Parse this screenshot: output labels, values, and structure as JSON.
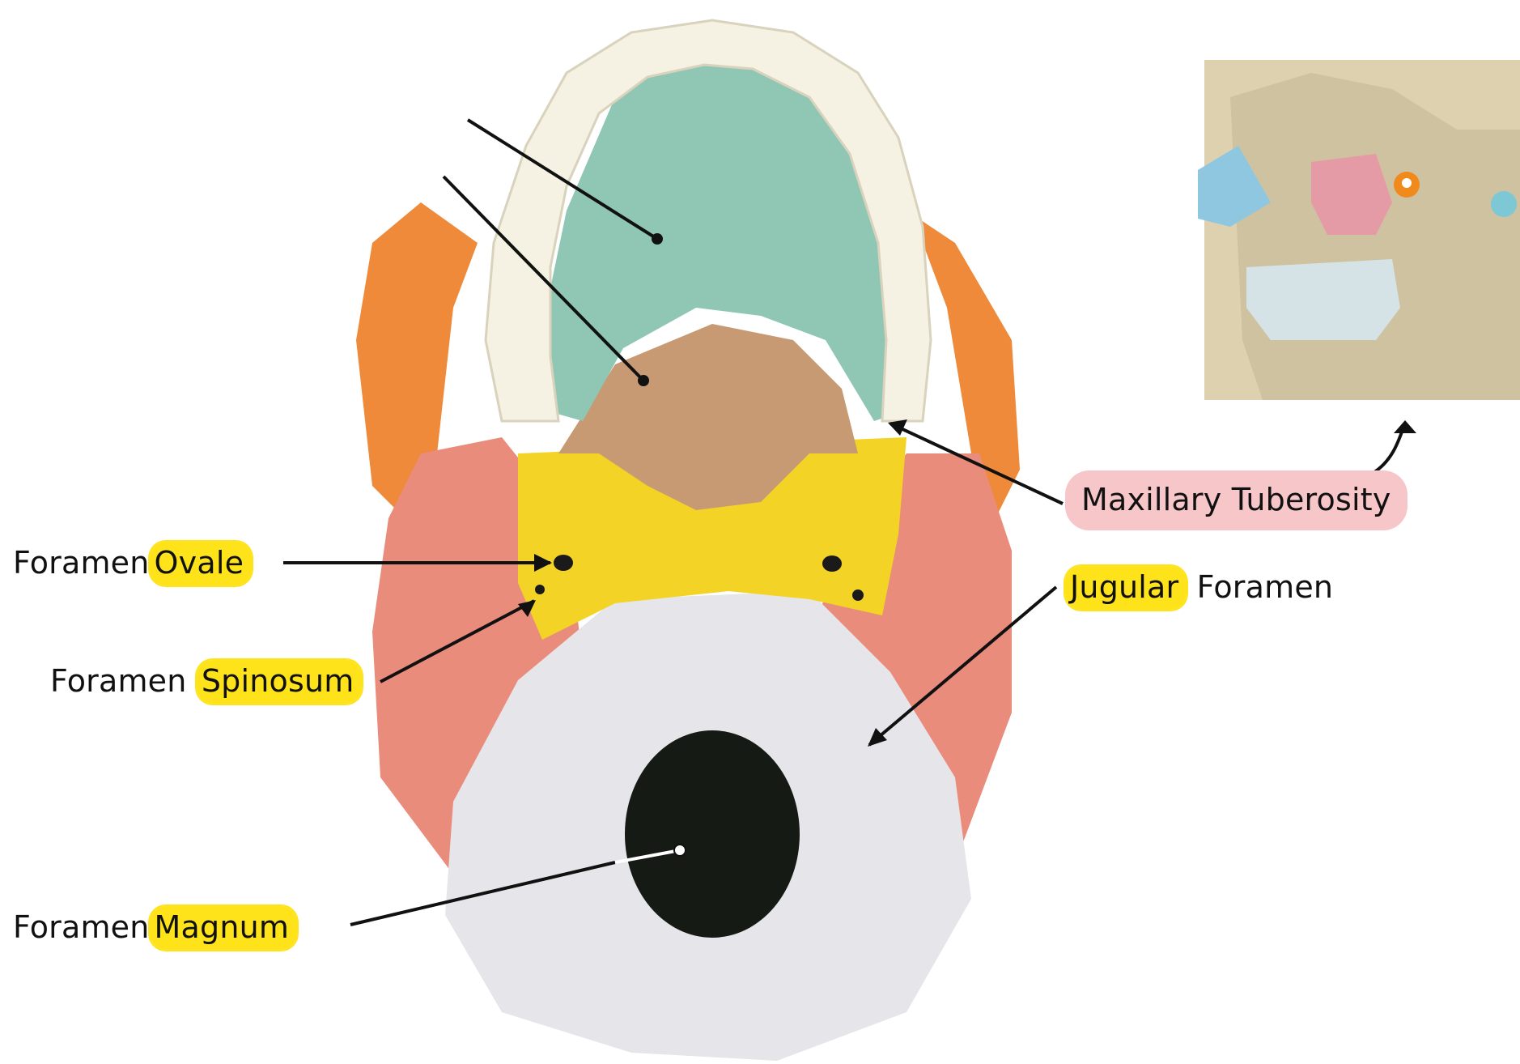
{
  "labels": {
    "foramen_ovale": {
      "prefix": "Foramen",
      "highlight": "Ovale"
    },
    "foramen_spinosum": {
      "prefix": "Foramen",
      "highlight": "Spinosum"
    },
    "foramen_magnum": {
      "prefix": "Foramen",
      "highlight": "Magnum"
    },
    "jugular_foramen": {
      "highlight": "Jugular",
      "suffix": "Foramen"
    },
    "maxillary_tuberosity": {
      "text": "Maxillary Tuberosity"
    }
  },
  "colors": {
    "highlight_yellow": "#ffe31a",
    "label_pink": "#f7c6c9",
    "maxilla_palate": "#8fc6b4",
    "palatine": "#c89a74",
    "sphenoid": "#f2d326",
    "temporal": "#e98c7c",
    "occipital": "#e6e6ea",
    "zygomatic": "#ee8a3a",
    "teeth": "#f5f1e3"
  }
}
